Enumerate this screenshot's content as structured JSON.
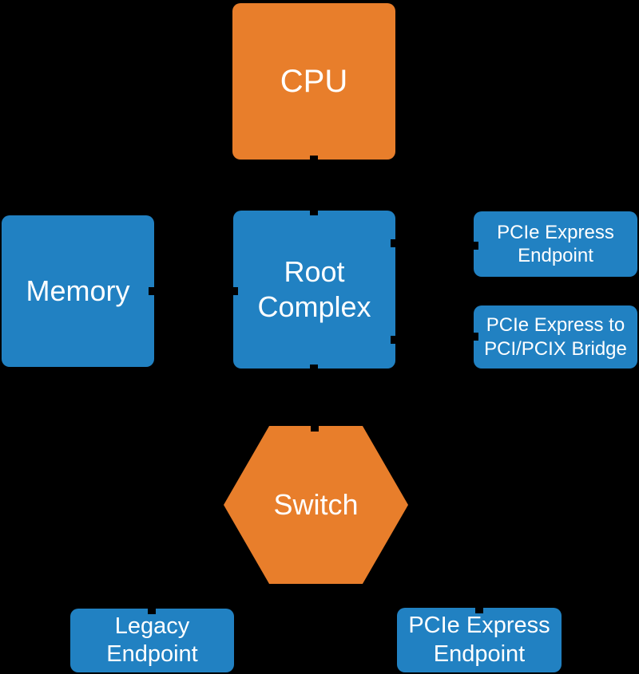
{
  "diagram": {
    "background_color": "#000000",
    "colors": {
      "orange": "#E87E2B",
      "blue": "#2181C2",
      "text": "#FFFFFF"
    },
    "nodes": {
      "cpu": {
        "label": "CPU",
        "shape": "rounded-rect",
        "color": "#E87E2B"
      },
      "memory": {
        "label": "Memory",
        "shape": "rounded-rect",
        "color": "#2181C2"
      },
      "root_complex": {
        "label": "Root\nComplex",
        "shape": "rounded-rect",
        "color": "#2181C2"
      },
      "pcie_endpoint_right": {
        "label": "PCIe Express\nEndpoint",
        "shape": "rounded-rect",
        "color": "#2181C2"
      },
      "pcie_bridge": {
        "label": "PCIe Express to\nPCI/PCIX Bridge",
        "shape": "rounded-rect",
        "color": "#2181C2"
      },
      "switch": {
        "label": "Switch",
        "shape": "hexagon",
        "color": "#E87E2B"
      },
      "legacy_endpoint": {
        "label": "Legacy\nEndpoint",
        "shape": "rounded-rect",
        "color": "#2181C2"
      },
      "pcie_endpoint_bottom": {
        "label": "PCIe Express\nEndpoint",
        "shape": "rounded-rect",
        "color": "#2181C2"
      }
    }
  }
}
